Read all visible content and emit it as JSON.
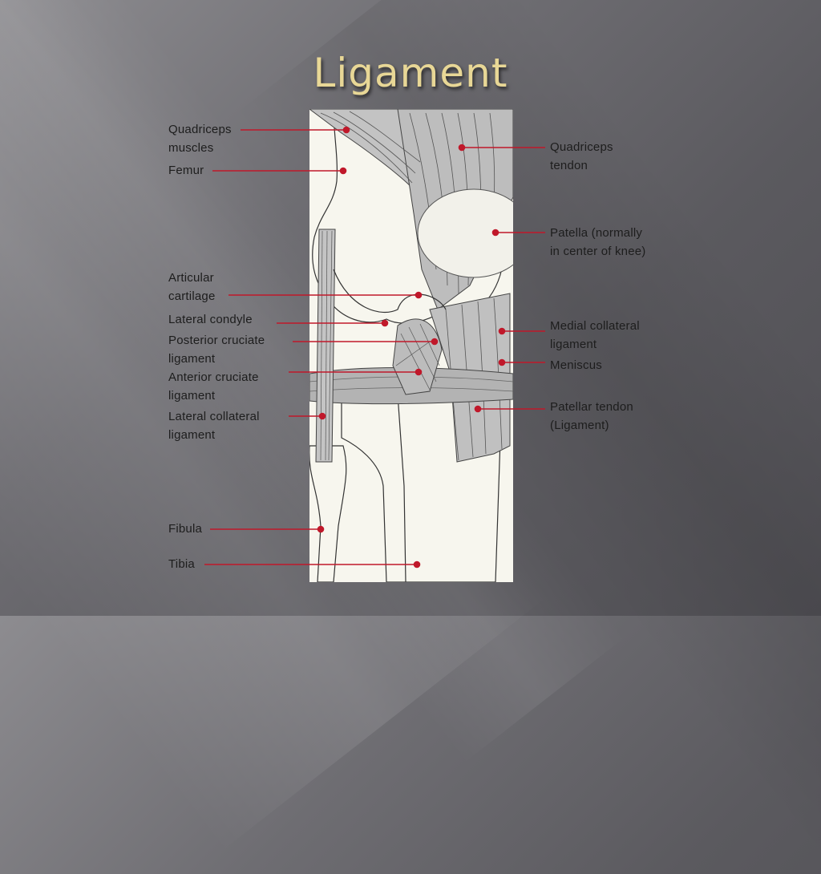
{
  "slide": {
    "title": "Ligament"
  },
  "labels": {
    "quadriceps_muscles": "Quadriceps\nmuscles",
    "femur": "Femur",
    "articular_cartilage": "Articular\ncartilage",
    "lateral_condyle": "Lateral condyle",
    "posterior_cruciate": "Posterior cruciate\nligament",
    "anterior_cruciate": "Anterior cruciate\nligament",
    "lateral_collateral": "Lateral collateral\nligament",
    "fibula": "Fibula",
    "tibia": "Tibia",
    "quadriceps_tendon": "Quadriceps\ntendon",
    "patella": "Patella (normally\nin center of knee)",
    "medial_collateral": "Medial collateral\nligament",
    "meniscus": "Meniscus",
    "patellar_tendon": "Patellar tendon\n(Ligament)"
  },
  "colors": {
    "title": "#e8d796",
    "leader": "#c0182a",
    "bone": "#f7f6ee",
    "ligament": "#b9b9b9"
  }
}
